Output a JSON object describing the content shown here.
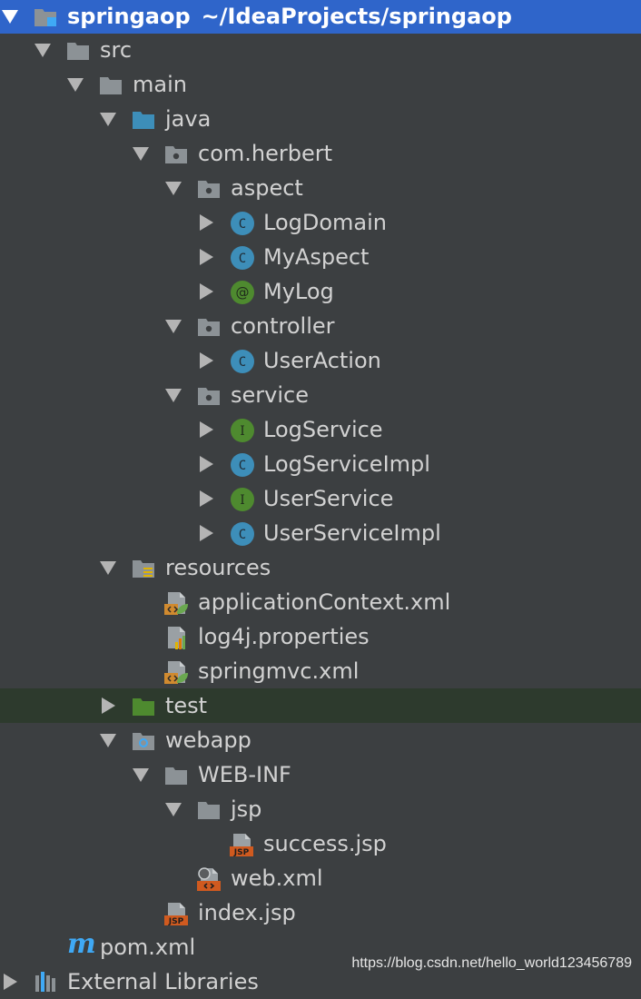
{
  "project": {
    "name": "springaop",
    "path": "~/IdeaProjects/springaop"
  },
  "nodes": {
    "src": "src",
    "main": "main",
    "java": "java",
    "pkg": "com.herbert",
    "aspect": "aspect",
    "logdomain": "LogDomain",
    "myaspect": "MyAspect",
    "mylog": "MyLog",
    "controller": "controller",
    "useraction": "UserAction",
    "service": "service",
    "logservice": "LogService",
    "logserviceimpl": "LogServiceImpl",
    "userservice": "UserService",
    "userserviceimpl": "UserServiceImpl",
    "resources": "resources",
    "appctx": "applicationContext.xml",
    "log4j": "log4j.properties",
    "springmvc": "springmvc.xml",
    "test": "test",
    "webapp": "webapp",
    "webinf": "WEB-INF",
    "jsp": "jsp",
    "success": "success.jsp",
    "webxml": "web.xml",
    "index": "index.jsp",
    "pom": "pom.xml",
    "extlibs": "External Libraries"
  },
  "icon_glyphs": {
    "class": "C",
    "annotation": "@",
    "interface": "I",
    "jsp": "JSP",
    "pom": "m"
  },
  "colors": {
    "background": "#3c3f41",
    "selection": "#2f65ca",
    "folder": "#8c9296",
    "source_folder": "#3d8eb9",
    "test_folder": "#4e8a2f",
    "class_icon": "#3d8eb9",
    "interface_icon": "#4e8a2f",
    "text": "#d2d2d2"
  },
  "watermark": "https://blog.csdn.net/hello_world123456789"
}
